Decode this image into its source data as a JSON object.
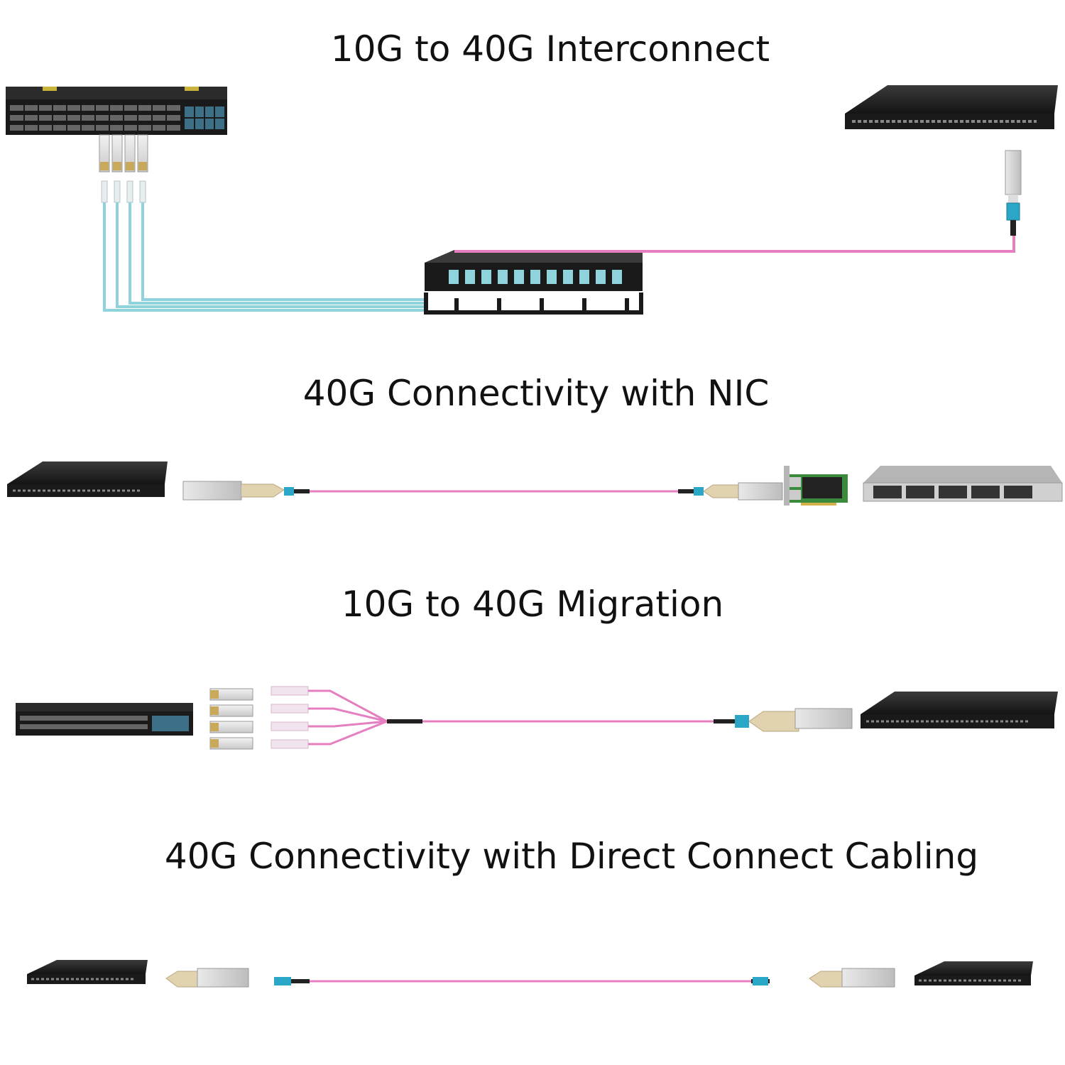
{
  "sections": [
    {
      "title": "10G to 40G Interconnect"
    },
    {
      "title": "40G Connectivity with NIC"
    },
    {
      "title": "10G to 40G Migration"
    },
    {
      "title": "40G Connectivity with Direct Connect Cabling"
    }
  ],
  "colors": {
    "om4_aqua": "#8fd3dc",
    "om4_pink": "#e57fc0",
    "mtp_connector": "#2aa6c7",
    "switch_body": "#1a1a1a"
  },
  "icons": [
    "switch-48port-icon",
    "switch-40g-icon",
    "sfp-transceiver-icon",
    "qsfp-transceiver-icon",
    "fiber-patch-panel-icon",
    "nic-card-icon",
    "rack-server-icon",
    "mtp-connector-icon",
    "lc-connector-icon"
  ]
}
